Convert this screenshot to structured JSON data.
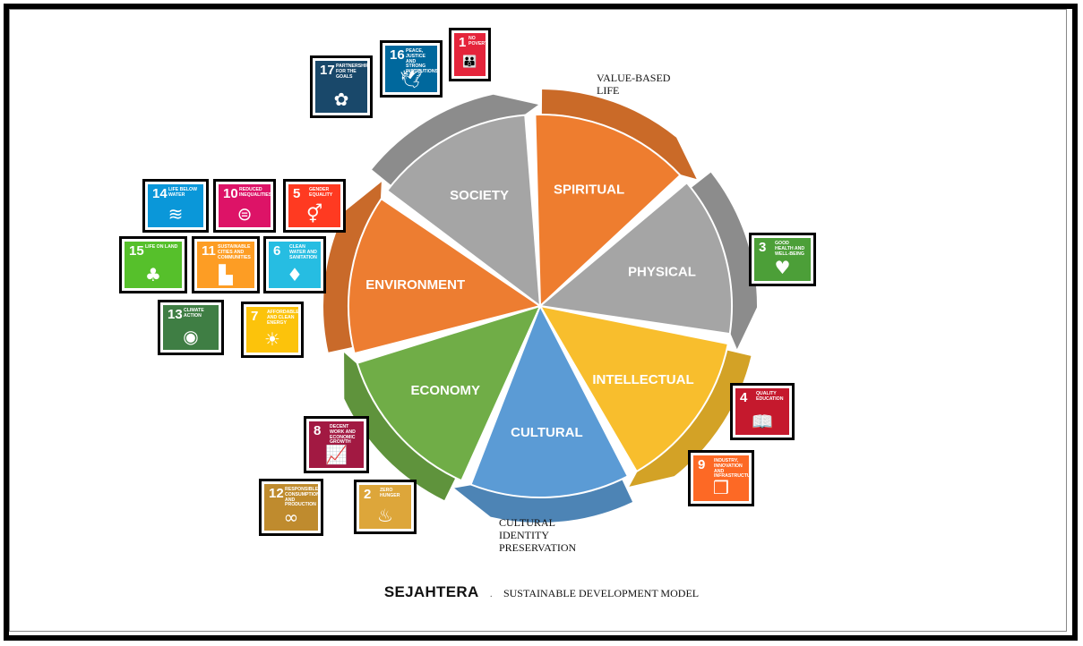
{
  "segments": [
    {
      "label": "SPIRITUAL",
      "color": "#EE7D2F"
    },
    {
      "label": "PHYSICAL",
      "color": "#A5A5A5"
    },
    {
      "label": "INTELLECTUAL",
      "color": "#F8BE2D"
    },
    {
      "label": "CULTURAL",
      "color": "#5B9BD5"
    },
    {
      "label": "ECONOMY",
      "color": "#70AD47"
    },
    {
      "label": "ENVIRONMENT",
      "color": "#ED7D31"
    },
    {
      "label": "SOCIETY",
      "color": "#A5A5A5"
    }
  ],
  "notes": {
    "value_based": [
      "VALUE-BASED",
      "LIFE"
    ],
    "cultural_identity": [
      "CULTURAL",
      "IDENTITY",
      "PRESERVATION"
    ]
  },
  "footer": {
    "brand": "SEJAHTERA",
    "separator": ".",
    "model": "SUSTAINABLE DEVELOPMENT MODEL"
  },
  "sdg": {
    "1": {
      "num": "1",
      "title": "No poverty",
      "color": "#E5243B",
      "icon": "people-icon"
    },
    "2": {
      "num": "2",
      "title": "Zero hunger",
      "color": "#DDA63A",
      "icon": "bowl-icon"
    },
    "3": {
      "num": "3",
      "title": "Good health and well-being",
      "color": "#4C9F38",
      "icon": "heartbeat-icon"
    },
    "4": {
      "num": "4",
      "title": "Quality education",
      "color": "#C5192D",
      "icon": "book-icon"
    },
    "5": {
      "num": "5",
      "title": "Gender equality",
      "color": "#FF3A21",
      "icon": "gender-icon"
    },
    "6": {
      "num": "6",
      "title": "Clean water and sanitation",
      "color": "#26BDE2",
      "icon": "water-drop-icon"
    },
    "7": {
      "num": "7",
      "title": "Affordable and clean energy",
      "color": "#FCC30B",
      "icon": "sun-icon"
    },
    "8": {
      "num": "8",
      "title": "Decent work and economic growth",
      "color": "#A21942",
      "icon": "growth-chart-icon"
    },
    "9": {
      "num": "9",
      "title": "Industry, innovation and infrastructure",
      "color": "#FD6925",
      "icon": "cubes-icon"
    },
    "10": {
      "num": "10",
      "title": "Reduced inequalities",
      "color": "#DD1367",
      "icon": "equal-icon"
    },
    "11": {
      "num": "11",
      "title": "Sustainable cities and communities",
      "color": "#FD9D24",
      "icon": "buildings-icon"
    },
    "12": {
      "num": "12",
      "title": "Responsible consumption and production",
      "color": "#BF8B2E",
      "icon": "infinity-icon"
    },
    "13": {
      "num": "13",
      "title": "Climate action",
      "color": "#3F7E44",
      "icon": "eye-globe-icon"
    },
    "14": {
      "num": "14",
      "title": "Life below water",
      "color": "#0A97D9",
      "icon": "fish-icon"
    },
    "15": {
      "num": "15",
      "title": "Life on land",
      "color": "#56C02B",
      "icon": "tree-icon"
    },
    "16": {
      "num": "16",
      "title": "Peace, justice and strong institutions",
      "color": "#00689D",
      "icon": "dove-icon"
    },
    "17": {
      "num": "17",
      "title": "Partnerships for the goals",
      "color": "#19486A",
      "icon": "rings-icon"
    }
  }
}
